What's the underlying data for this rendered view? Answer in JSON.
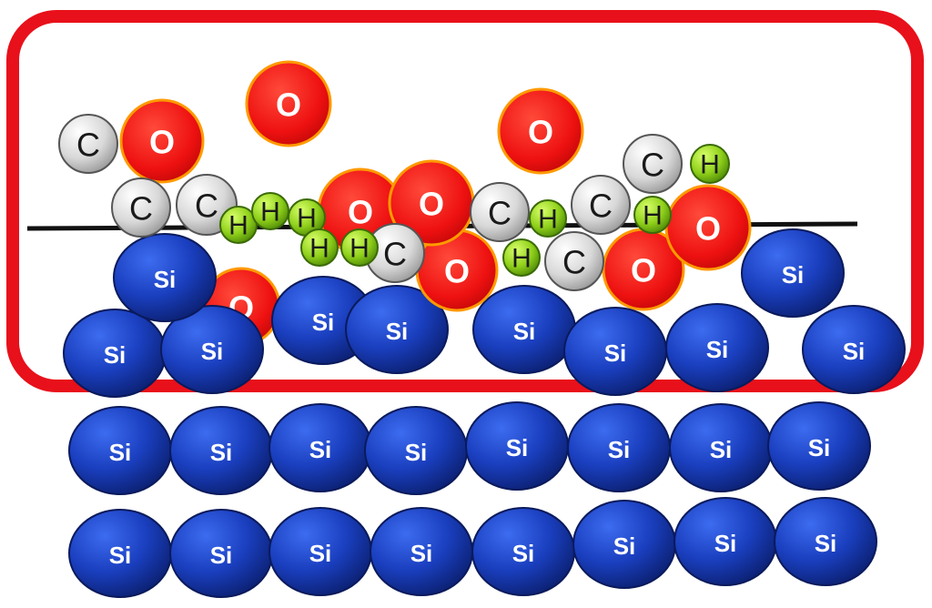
{
  "labels": {
    "silicon": "Si",
    "oxygen": "O",
    "carbon": "C",
    "hydrogen": "H"
  },
  "colors": {
    "silicon": "#1a3fbf",
    "oxygen": "#ee1111",
    "carbon": "#d8d8d8",
    "hydrogen": "#8fd01a",
    "frame": "#e8101a",
    "surface_line": "#111111"
  },
  "diagram": {
    "highlight_frame": true,
    "surface_line": true,
    "silicon_rows": 3,
    "silicon_per_row": 8
  }
}
